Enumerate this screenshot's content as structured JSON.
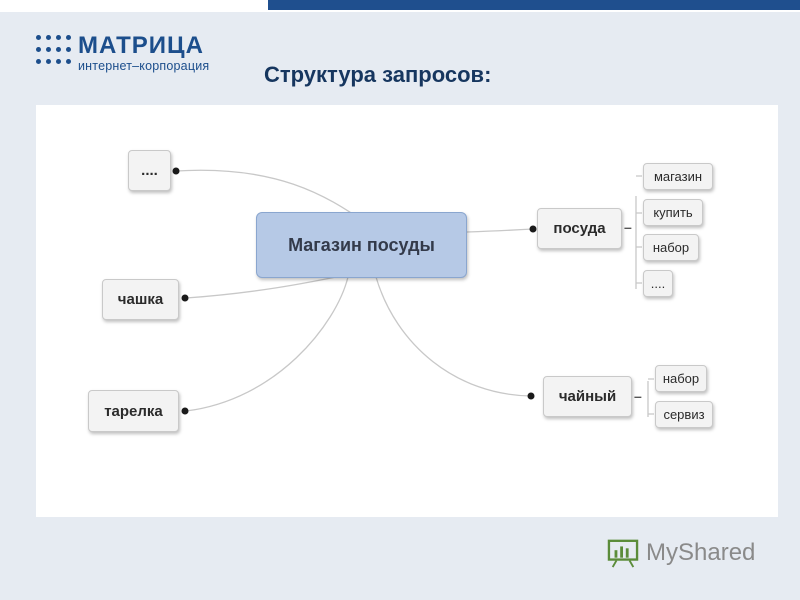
{
  "logo": {
    "brand": "МАТРИЦА",
    "tagline": "интернет–корпорация"
  },
  "slide": {
    "title": "Структура запросов:"
  },
  "diagram": {
    "center": "Магазин посуды",
    "left_nodes": [
      "....",
      "чашка",
      "тарелка"
    ],
    "right_branches": [
      {
        "label": "посуда",
        "children": [
          "магазин",
          "купить",
          "набор",
          "...."
        ]
      },
      {
        "label": "чайный",
        "children": [
          "набор",
          "сервиз"
        ]
      }
    ],
    "collapse_symbol": "–"
  },
  "watermark": {
    "text": "MyShared",
    "icon": "chart-presentation-icon"
  },
  "colors": {
    "accent": "#1f4f8e",
    "center_node": "#b6c9e6",
    "node": "#f3f3f3",
    "connector": "#c8c8c8"
  }
}
